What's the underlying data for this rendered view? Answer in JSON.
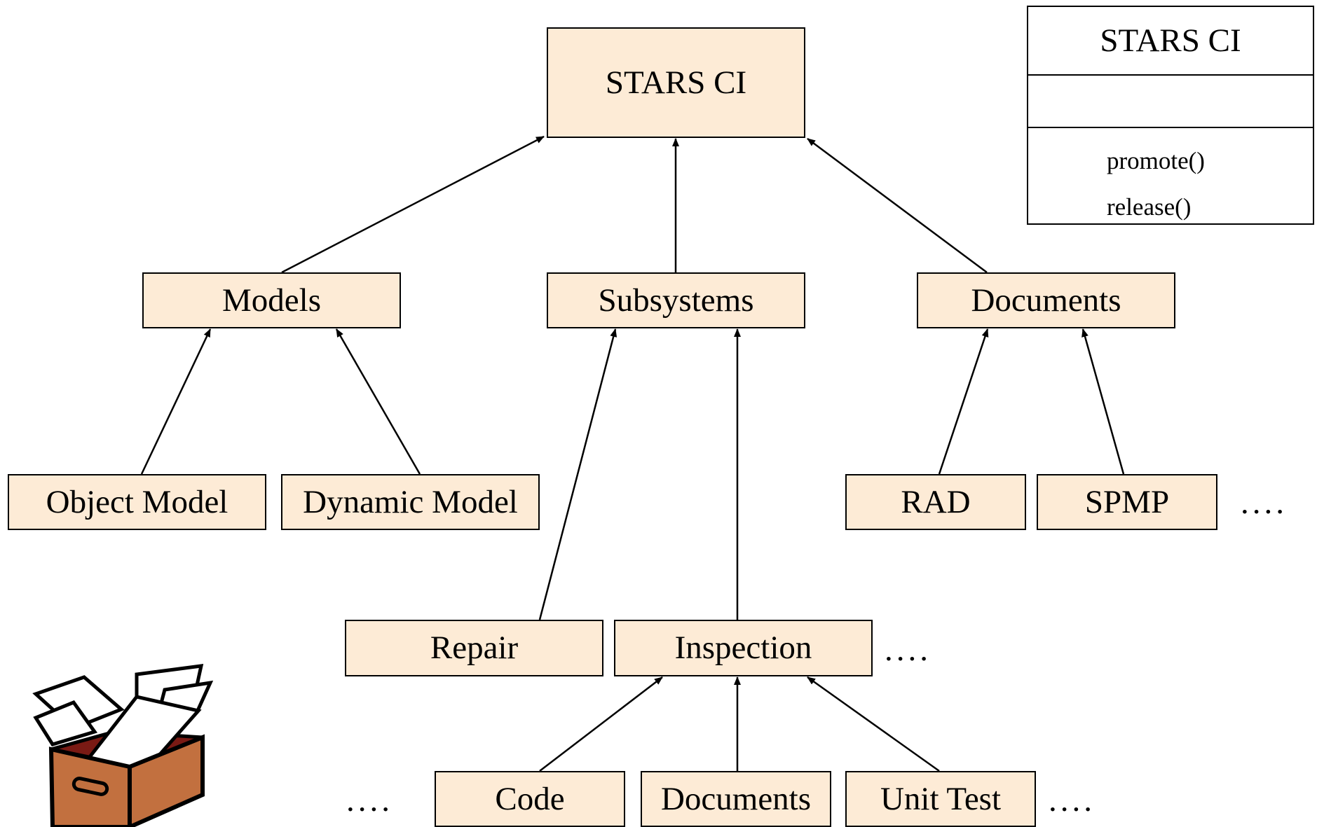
{
  "diagram": {
    "root": "STARS CI",
    "level1": {
      "models": "Models",
      "subsystems": "Subsystems",
      "documents": "Documents"
    },
    "level2": {
      "object_model": "Object Model",
      "dynamic_model": "Dynamic Model",
      "rad": "RAD",
      "spmp": "SPMP"
    },
    "level3": {
      "repair": "Repair",
      "inspection": "Inspection"
    },
    "level4": {
      "code": "Code",
      "documents": "Documents",
      "unit_test": "Unit Test"
    },
    "ellipsis": "...."
  },
  "uml_class": {
    "name": "STARS CI",
    "operations": [
      "promote()",
      "release()"
    ]
  },
  "icons": {
    "box": "open-box-with-papers-icon"
  },
  "colors": {
    "node_fill": "#fdebd6",
    "box_brown": "#c2703f",
    "box_interior": "#7a1a14"
  }
}
